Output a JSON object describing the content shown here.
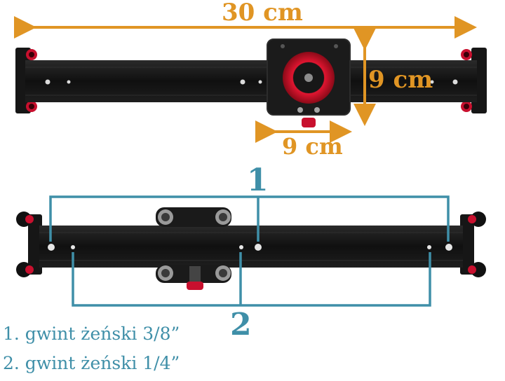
{
  "dimensions": {
    "length_label": "30 cm",
    "height_label": "9 cm",
    "width_label": "9 cm"
  },
  "markers": {
    "marker_1": "1",
    "marker_2": "2"
  },
  "legend": {
    "item_1": "1. gwint żeński 3/8”",
    "item_2": "2. gwint żeński 1/4”"
  },
  "colors": {
    "dimension_orange": "#e09524",
    "marker_teal": "#3f8fa8",
    "rail_black": "#141414",
    "accent_red": "#c8102e"
  }
}
